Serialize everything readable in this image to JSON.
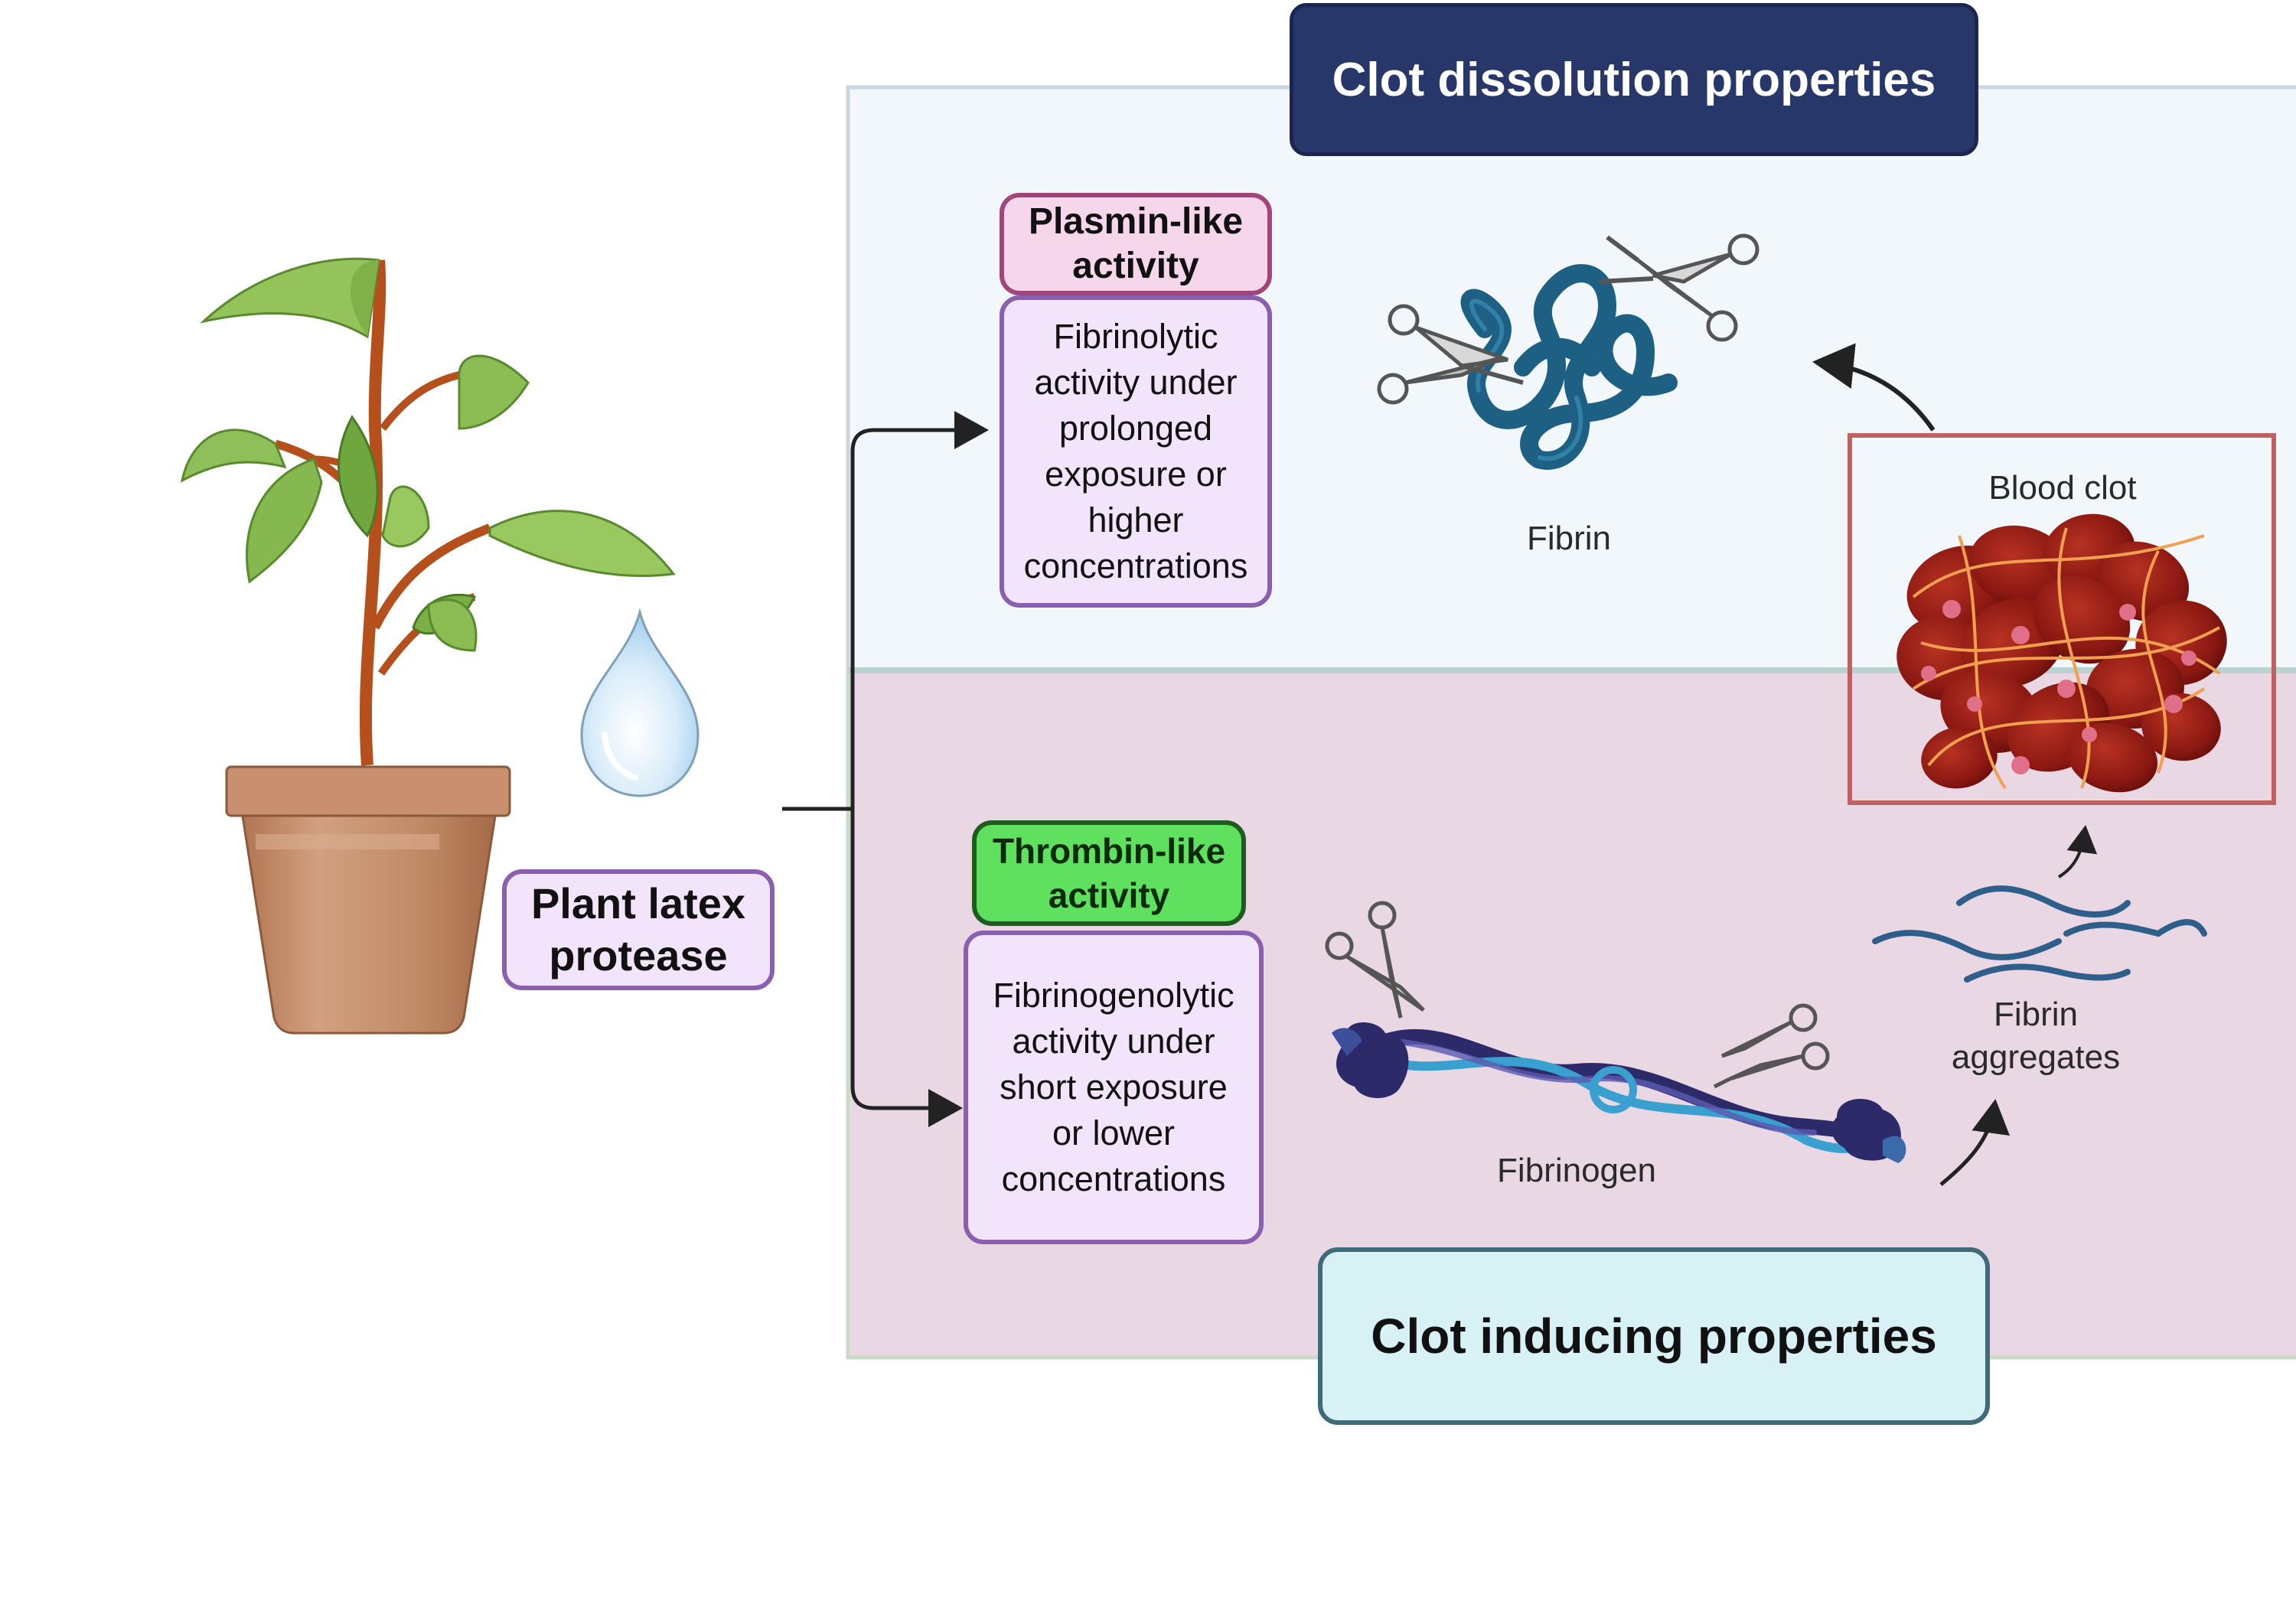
{
  "panels": {
    "dissolution_title": "Clot dissolution properties",
    "inducing_title": "Clot inducing properties"
  },
  "source": {
    "label_line1": "Plant latex",
    "label_line2": "protease"
  },
  "plasmin": {
    "head_line1": "Plasmin-like",
    "head_line2": "activity",
    "body_lines": [
      "Fibrinolytic",
      "activity under",
      "prolonged",
      "exposure or",
      "higher",
      "concentrations"
    ]
  },
  "thrombin": {
    "head_line1": "Thrombin-like",
    "head_line2": "activity",
    "body_lines": [
      "Fibrinogenolytic",
      "activity under",
      "short exposure",
      "or lower",
      "concentrations"
    ]
  },
  "labels": {
    "fibrin": "Fibrin",
    "blood_clot": "Blood clot",
    "fibrin_aggregates_line1": "Fibrin",
    "fibrin_aggregates_line2": "aggregates",
    "fibrinogen": "Fibrinogen"
  },
  "colors": {
    "top_panel_bg": "#f2f7fb",
    "bottom_panel_bg": "#ead7e4",
    "title_top_bg": "#283769",
    "title_bottom_bg": "#d8f1f4",
    "plasmin_head_bg": "#f6d6ea",
    "thrombin_head_bg": "#5fe05f",
    "body_box_bg": "#f1e4fb",
    "fibrin_strand": "#1e5f84",
    "clot_red": "#8e1a14"
  }
}
